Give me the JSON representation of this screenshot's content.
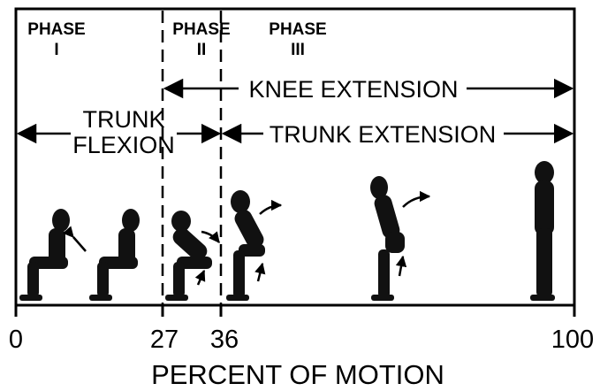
{
  "phases": [
    {
      "label": "PHASE",
      "numeral": "I"
    },
    {
      "label": "PHASE",
      "numeral": "II"
    },
    {
      "label": "PHASE",
      "numeral": "III"
    }
  ],
  "spans": {
    "knee_extension": "KNEE EXTENSION",
    "trunk_flexion_line1": "TRUNK",
    "trunk_flexion_line2": "FLEXION",
    "trunk_extension": "TRUNK EXTENSION"
  },
  "axis": {
    "ticks": [
      "0",
      "27",
      "36",
      "100"
    ],
    "title": "PERCENT OF MOTION"
  },
  "figure_icon": "sit-to-stand-silhouette-icon",
  "arrow_icon": "motion-arrow-icon"
}
